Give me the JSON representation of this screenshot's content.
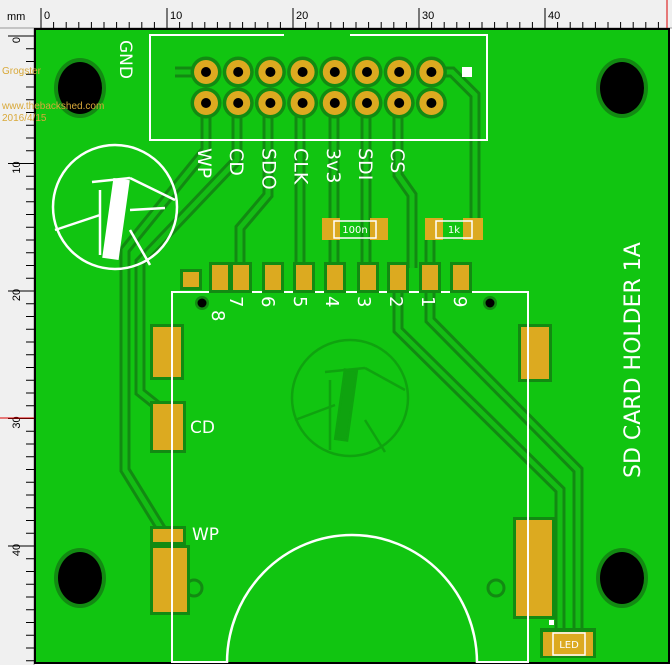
{
  "ruler": {
    "unit": "mm",
    "top_ticks": [
      "0",
      "10",
      "20",
      "30",
      "40"
    ],
    "left_ticks": [
      "0",
      "10",
      "20",
      "30",
      "40"
    ]
  },
  "watermark": [
    "Grogster",
    "www.thebackshed.com",
    "2016/4/15"
  ],
  "board": {
    "title": "SD CARD HOLDER 1A",
    "gnd_label": "GND",
    "signal_labels": [
      "WP",
      "CD",
      "SDO",
      "CLK",
      "3v3",
      "SDI",
      "CS"
    ],
    "pin_numbers": [
      "8",
      "7",
      "6",
      "5",
      "4",
      "3",
      "2",
      "1",
      "9"
    ],
    "resistors": [
      "100n",
      "1k"
    ],
    "pad_labels": {
      "cd": "CD",
      "wp": "WP"
    },
    "led_label": "LED"
  },
  "colors": {
    "board": "#11c511",
    "trace_gap": "#128a12",
    "pad": "#dcaa20",
    "silk": "#ffffff"
  }
}
